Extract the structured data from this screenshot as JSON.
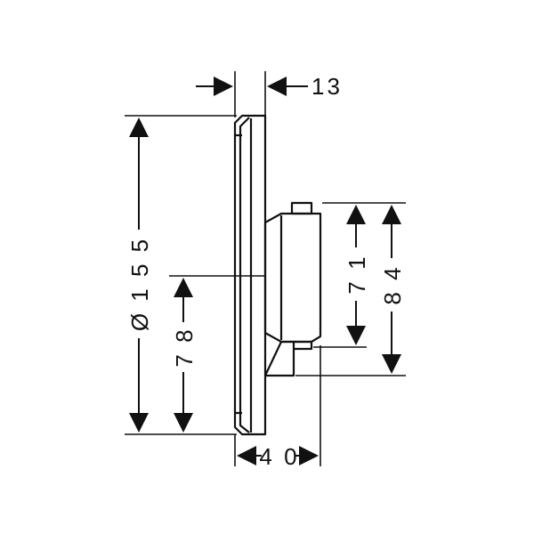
{
  "dimensions": {
    "top_depth": "13",
    "diameter": "Ø 1 5 5",
    "center_height": "7 8",
    "body_height_inner": "7 1",
    "body_height_outer": "8 4",
    "total_depth": "4 0"
  },
  "colors": {
    "line": "#111111",
    "background": "#ffffff"
  }
}
